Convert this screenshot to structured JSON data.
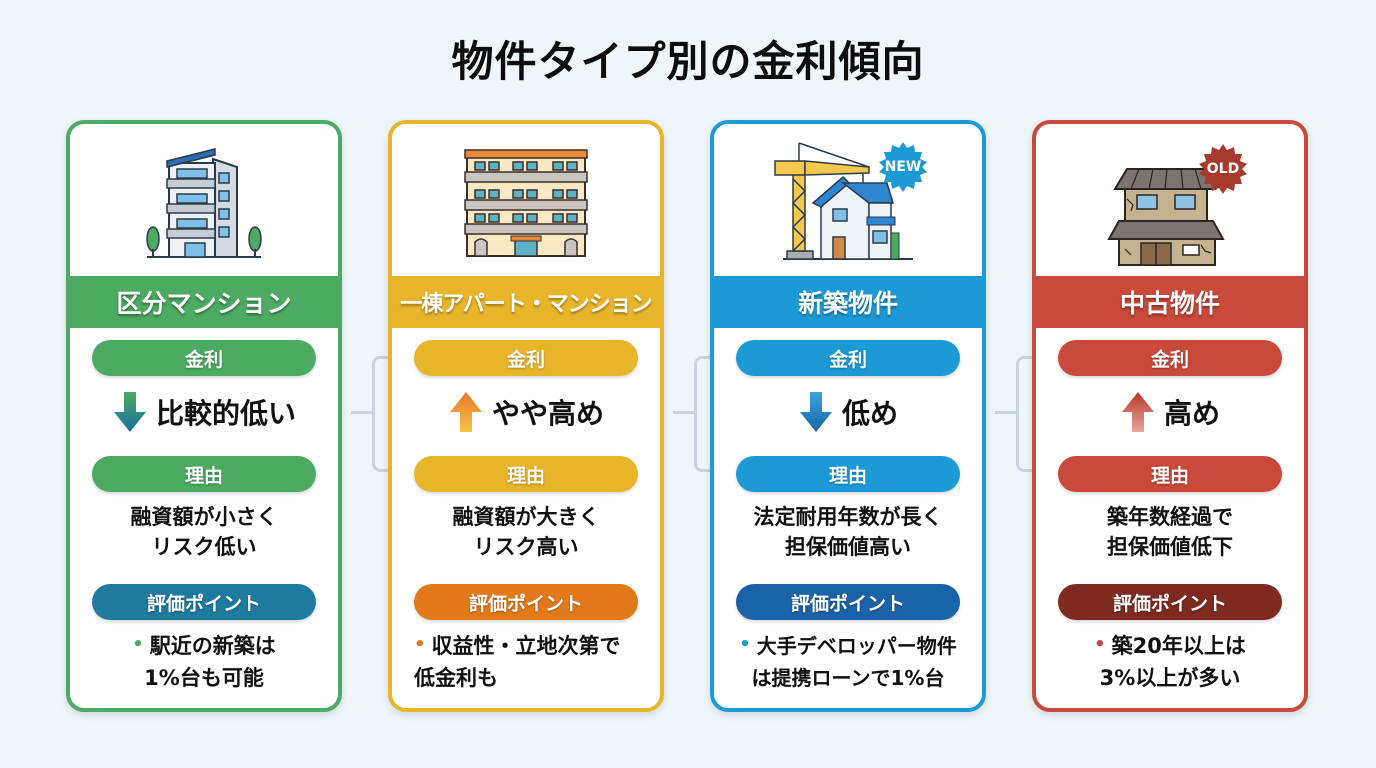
{
  "title": "物件タイプ別の金利傾向",
  "labels": {
    "rate": "金利",
    "reason": "理由",
    "point": "評価ポイント",
    "bullet": "•"
  },
  "cards": [
    {
      "name": "区分マンション",
      "color": "#4caa62",
      "point_color": "#1f7aa0",
      "icon": "apartment-tower-icon",
      "rate_direction": "down",
      "rate_text": "比較的低い",
      "reason_lines": [
        "融資額が小さく",
        "リスク低い"
      ],
      "point_lines": [
        "駅近の新築は",
        "1%台も可能"
      ]
    },
    {
      "name": "一棟アパート・マンション",
      "color": "#e8b52a",
      "point_color": "#e27a1c",
      "icon": "apartment-block-icon",
      "rate_direction": "up",
      "rate_text": "やや高め",
      "reason_lines": [
        "融資額が大きく",
        "リスク高い"
      ],
      "point_lines": [
        "収益性・立地次第で",
        "低金利も"
      ]
    },
    {
      "name": "新築物件",
      "color": "#1c9ad6",
      "point_color": "#1a63a8",
      "icon": "new-house-crane-icon",
      "badge": "NEW",
      "rate_direction": "down",
      "rate_text": "低め",
      "reason_lines": [
        "法定耐用年数が長く",
        "担保価値高い"
      ],
      "point_lines": [
        "大手デベロッパー物件",
        "は提携ローンで1%台"
      ]
    },
    {
      "name": "中古物件",
      "color": "#c9493a",
      "point_color": "#7e2a20",
      "icon": "old-house-icon",
      "badge": "OLD",
      "rate_direction": "up",
      "rate_text": "高め",
      "reason_lines": [
        "築年数経過で",
        "担保価値低下"
      ],
      "point_lines": [
        "築20年以上は",
        "3%以上が多い"
      ]
    }
  ]
}
